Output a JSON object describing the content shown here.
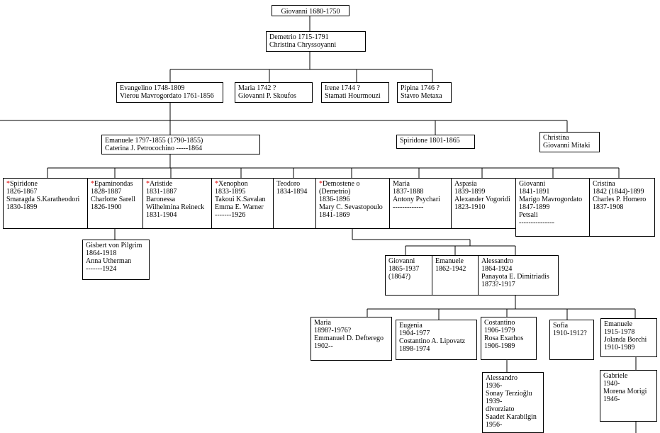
{
  "persons": {
    "giovanni1680": [
      "Giovanni 1680-1750"
    ],
    "demetrio": [
      "Demetrio 1715-1791",
      "Christina Chryssoyanni"
    ],
    "evangelino": [
      "Evangelino 1748-1809",
      "Vierou Mavrogordato 1761-1856"
    ],
    "maria1742": [
      "Maria 1742 ?",
      "Giovanni P. Skoufos"
    ],
    "irene": [
      "Irene 1744 ?",
      "Stamati Hourmouzi"
    ],
    "pipina": [
      "Pipina 1746 ?",
      "Stavro Metaxa"
    ],
    "emanuele1797": [
      "Emanuele 1797-1855 (1790-1855)",
      "Caterina J. Petrocochino -----1864"
    ],
    "spiridone1801": [
      "Spiridone 1801-1865"
    ],
    "christina": [
      "Christina",
      "Giovanni Mitaki"
    ],
    "spiridone1826": [
      "Spiridone",
      "1826-1867",
      "Smaragda  S.Karatheodori",
      "1830-1899"
    ],
    "epaminondas": [
      "Epaminondas",
      "1828-1887",
      "Charlotte Sarell",
      "1826-1900"
    ],
    "aristide": [
      "Aristide",
      "1831-1887",
      "Baronessa",
      "Wilhelmina Reineck",
      "1831-1904"
    ],
    "xenophon": [
      "Xenophon",
      "1833-1895",
      "Takoui K.Savalan",
      "Emma E. Warner",
      "-------1926"
    ],
    "teodoro": [
      "Teodoro",
      "1834-1894"
    ],
    "demostene": [
      "Demostene o",
      "(Demetrio)",
      "1836-1896",
      "Mary C. Sevastopoulo",
      "1841-1869"
    ],
    "maria1837": [
      "Maria",
      "1837-1888",
      "Antony Psychari",
      "-------------"
    ],
    "aspasia": [
      "Aspasia",
      "1839-1899",
      "Alexander Vogoridi",
      "1823-1910"
    ],
    "giovanni1841": [
      "Giovanni",
      "1841-1891",
      "Marigo Mavrogordato",
      "1847-1899",
      "Petsali",
      "---------------"
    ],
    "cristina1842": [
      "Cristina",
      "1842 (1844)-1899",
      "Charles P. Homero",
      "1837-1908"
    ],
    "gisbert": [
      "Gisbert von Pilgrim",
      "1864-1918",
      "Anna Utherman",
      "-------1924"
    ],
    "giovanni1865": [
      "Giovanni",
      "1865-1937",
      "(1864?)"
    ],
    "emanuele1862": [
      "Emanuele",
      "1862-1942"
    ],
    "alessandro1864": [
      "Alessandro",
      "1864-1924",
      "Panayota E. Dimitriadis",
      "1873?-1917"
    ],
    "maria1898": [
      "Maria",
      "1898?-1976?",
      "Emmanuel D. Defterego",
      "1902--"
    ],
    "eugenia": [
      "Eugenia",
      "1904-1977",
      "Costantino A. Lipovatz",
      "1898-1974"
    ],
    "costantino": [
      "Costantino",
      "1906-1979",
      "Rosa Exarhos",
      "1906-1989"
    ],
    "sofia": [
      "Sofia",
      "1910-1912?"
    ],
    "emanuele1915": [
      "Emanuele",
      "1915-1978",
      "Jolanda Borchi",
      "1910-1989"
    ],
    "alessandro1936": [
      "Alessandro",
      "1936-",
      "Sonay Terzioğlu",
      "1939-",
      "divorziato",
      "Saadet Karabilgin",
      "1956-"
    ],
    "gabriele": [
      "Gabriele",
      "1940-",
      "Morena Morigi",
      "1946-"
    ]
  },
  "marked": [
    "spiridone1826",
    "epaminondas",
    "aristide",
    "xenophon",
    "demostene"
  ],
  "colors": {
    "marker": "#e00000",
    "line": "#000000"
  }
}
